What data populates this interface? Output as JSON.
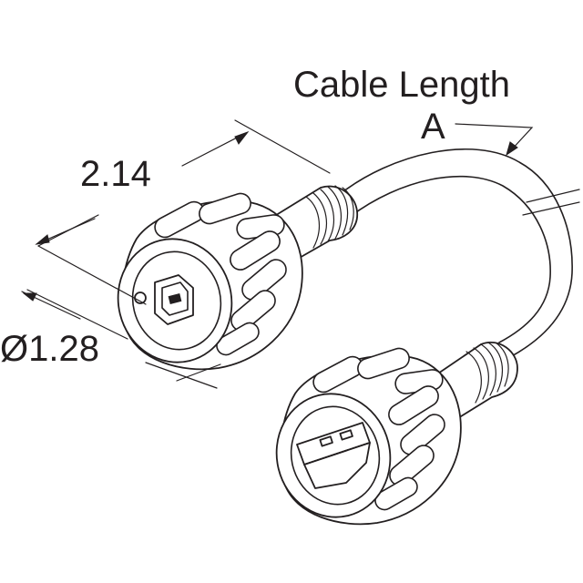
{
  "drawing": {
    "cable_length_label": "Cable Length",
    "cable_length_tag": "A",
    "length_dimension": "2.14",
    "diameter_dimension": "Ø1.28"
  },
  "colors": {
    "line": "#231f20",
    "background": "#ffffff"
  }
}
